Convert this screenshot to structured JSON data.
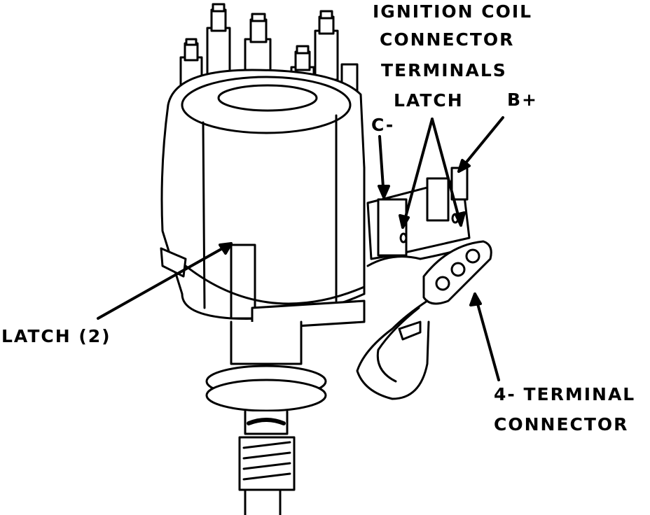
{
  "labels": {
    "ignition_coil": "IGNITION COIL",
    "connector": "CONNECTOR",
    "terminals": "TERMINALS",
    "latch": "LATCH",
    "b_plus": "B+",
    "c_minus": "C-",
    "latch_2": "LATCH (2)",
    "four_terminal": "4- TERMINAL",
    "connector_2": "CONNECTOR"
  },
  "colors": {
    "ink": "#000000",
    "paper": "#ffffff"
  }
}
